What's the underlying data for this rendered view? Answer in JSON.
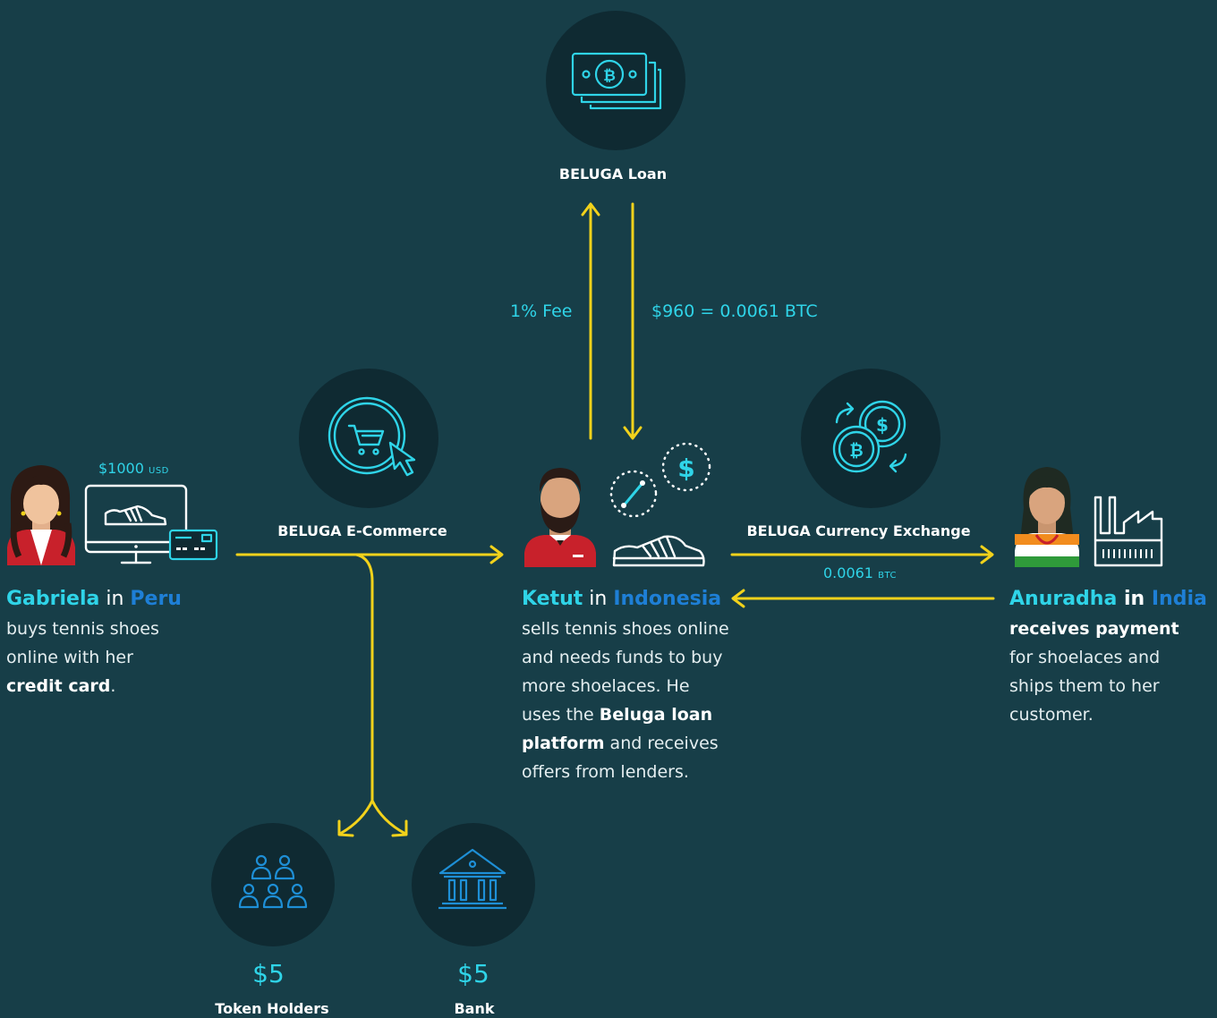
{
  "nodes": {
    "loan": {
      "label": "BELUGA Loan"
    },
    "ecommerce": {
      "label": "BELUGA E-Commerce"
    },
    "exchange": {
      "label": "BELUGA Currency Exchange"
    },
    "token_holders": {
      "label": "Token Holders",
      "amount": "$5"
    },
    "bank": {
      "label": "Bank",
      "amount": "$5"
    }
  },
  "flows": {
    "fee": "1% Fee",
    "loan_amount": "$960 = 0.0061 BTC",
    "payment_value": "$1000",
    "payment_unit": "USD",
    "btc_value": "0.0061",
    "btc_unit": "BTC"
  },
  "gabriela": {
    "name": "Gabriela",
    "in": " in ",
    "place": "Peru",
    "desc": [
      "buys tennis shoes online with her ",
      "credit card",
      "."
    ]
  },
  "ketut": {
    "name": "Ketut",
    "in": " in ",
    "place": "Indonesia",
    "desc": [
      "sells tennis shoes online and needs funds to buy more shoelaces. He",
      "uses the",
      "Beluga loan platform",
      " and receives offers from lenders."
    ]
  },
  "anuradha": {
    "name": "Anuradha",
    "in": " in ",
    "place": "India",
    "desc": [
      "receives payment",
      "for shoelaces and ships them to her customer."
    ]
  },
  "colors": {
    "background": "#173e48",
    "circle": "#0f2a32",
    "accent": "#2fd4e8",
    "arrow": "#f2d21b",
    "place": "#1e7fd6"
  },
  "icons": [
    "bitcoin-cash-icon",
    "shopping-cart-icon",
    "currency-exchange-icon",
    "people-group-icon",
    "bank-icon",
    "computer-shoe-icon",
    "credit-card-icon",
    "shoe-icon",
    "shoelace-icon",
    "dollar-coin-icon",
    "factory-icon",
    "gabriela-avatar",
    "ketut-avatar",
    "anuradha-avatar"
  ]
}
